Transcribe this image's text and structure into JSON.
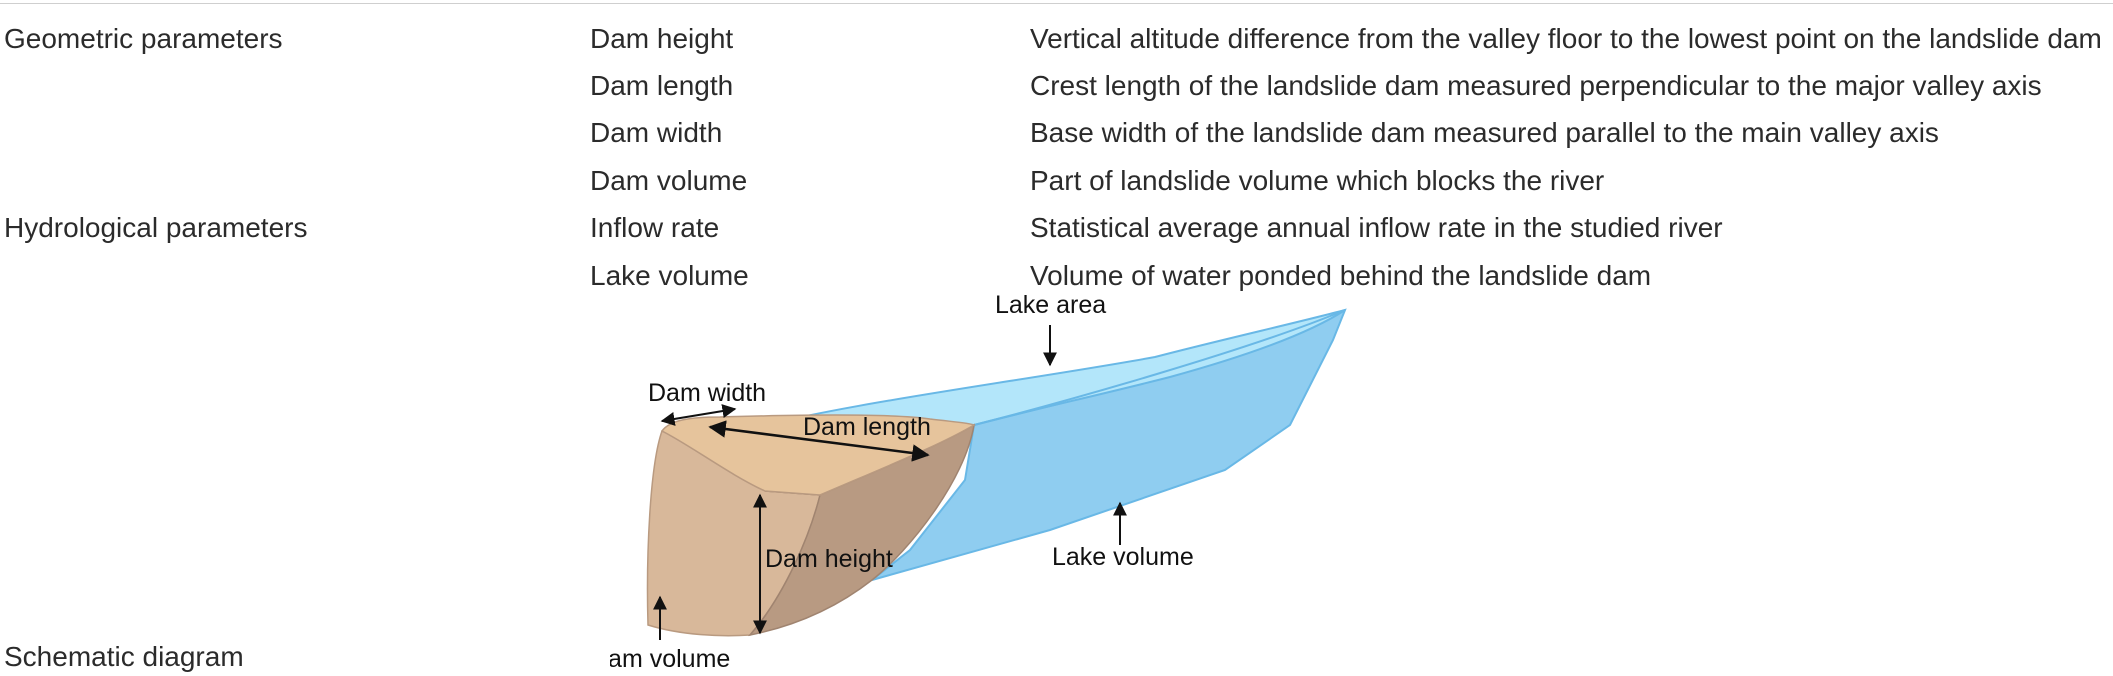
{
  "rows": [
    {
      "category": "Geometric parameters",
      "parameter": "Dam height",
      "description": "Vertical altitude difference from the valley floor to the lowest point on the landslide dam"
    },
    {
      "category": "",
      "parameter": "Dam length",
      "description": "Crest length of the landslide dam measured perpendicular to the major valley axis"
    },
    {
      "category": "",
      "parameter": "Dam width",
      "description": "Base width of the landslide dam measured parallel to the main valley axis"
    },
    {
      "category": "",
      "parameter": "Dam volume",
      "description": "Part of landslide volume which blocks the river"
    },
    {
      "category": "Hydrological parameters",
      "parameter": "Inflow rate",
      "description": "Statistical average annual inflow rate in the studied river"
    },
    {
      "category": "",
      "parameter": "Lake volume",
      "description": "Volume of water ponded behind the landslide dam"
    }
  ],
  "schematic": {
    "category": "Schematic diagram",
    "labels": {
      "lake_area": "Lake area",
      "dam_width": "Dam width",
      "dam_length": "Dam length",
      "dam_height": "Dam height",
      "lake_volume": "Lake volume",
      "dam_volume": "Dam volume"
    }
  },
  "colors": {
    "lake_top": "#b3e6fa",
    "lake_side": "#8fcdf0",
    "lake_edge": "#69b8e6",
    "dam_front": "#d8b89a",
    "dam_top": "#e6c49c",
    "dam_side": "#b89a82"
  }
}
